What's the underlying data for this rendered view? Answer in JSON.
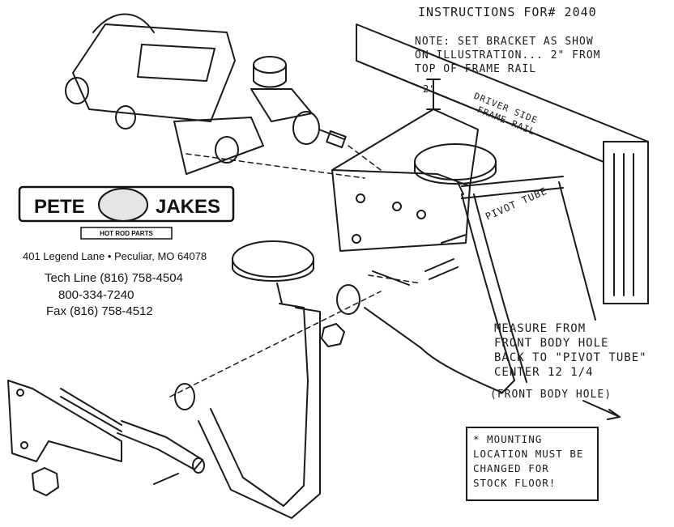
{
  "title": "INSTRUCTIONS FOR# 2040",
  "note": {
    "line1": "NOTE: SET BRACKET AS SHOW",
    "line2": "ON ILLUSTRATION... 2\" FROM",
    "line3": "TOP OF FRAME RAIL"
  },
  "dimension_label": "2\"",
  "frame_label": {
    "line1": "DRIVER SIDE",
    "line2": "FRAME RAIL"
  },
  "pivot_tube_label": "PIVOT TUBE",
  "measure": {
    "line1": "MEASURE FROM",
    "line2": "FRONT BODY HOLE",
    "line3": "BACK TO \"PIVOT TUBE\"",
    "line4": "CENTER 12 1/4"
  },
  "front_body_hole": "(FRONT BODY HOLE)",
  "mounting": {
    "line1": "* MOUNTING",
    "line2": "LOCATION MUST BE",
    "line3": "CHANGED FOR",
    "line4": "STOCK FLOOR!"
  },
  "company": {
    "logo_left": "PETE",
    "logo_right": "JAKES",
    "logo_tagline": "HOT ROD PARTS",
    "address": "401 Legend Lane • Peculiar, MO 64078",
    "tech_line": "Tech Line (816) 758-4504",
    "toll_free": "800-334-7240",
    "fax": "Fax (816) 758-4512"
  },
  "colors": {
    "ink": "#1a1a1a",
    "paper": "#ffffff"
  }
}
